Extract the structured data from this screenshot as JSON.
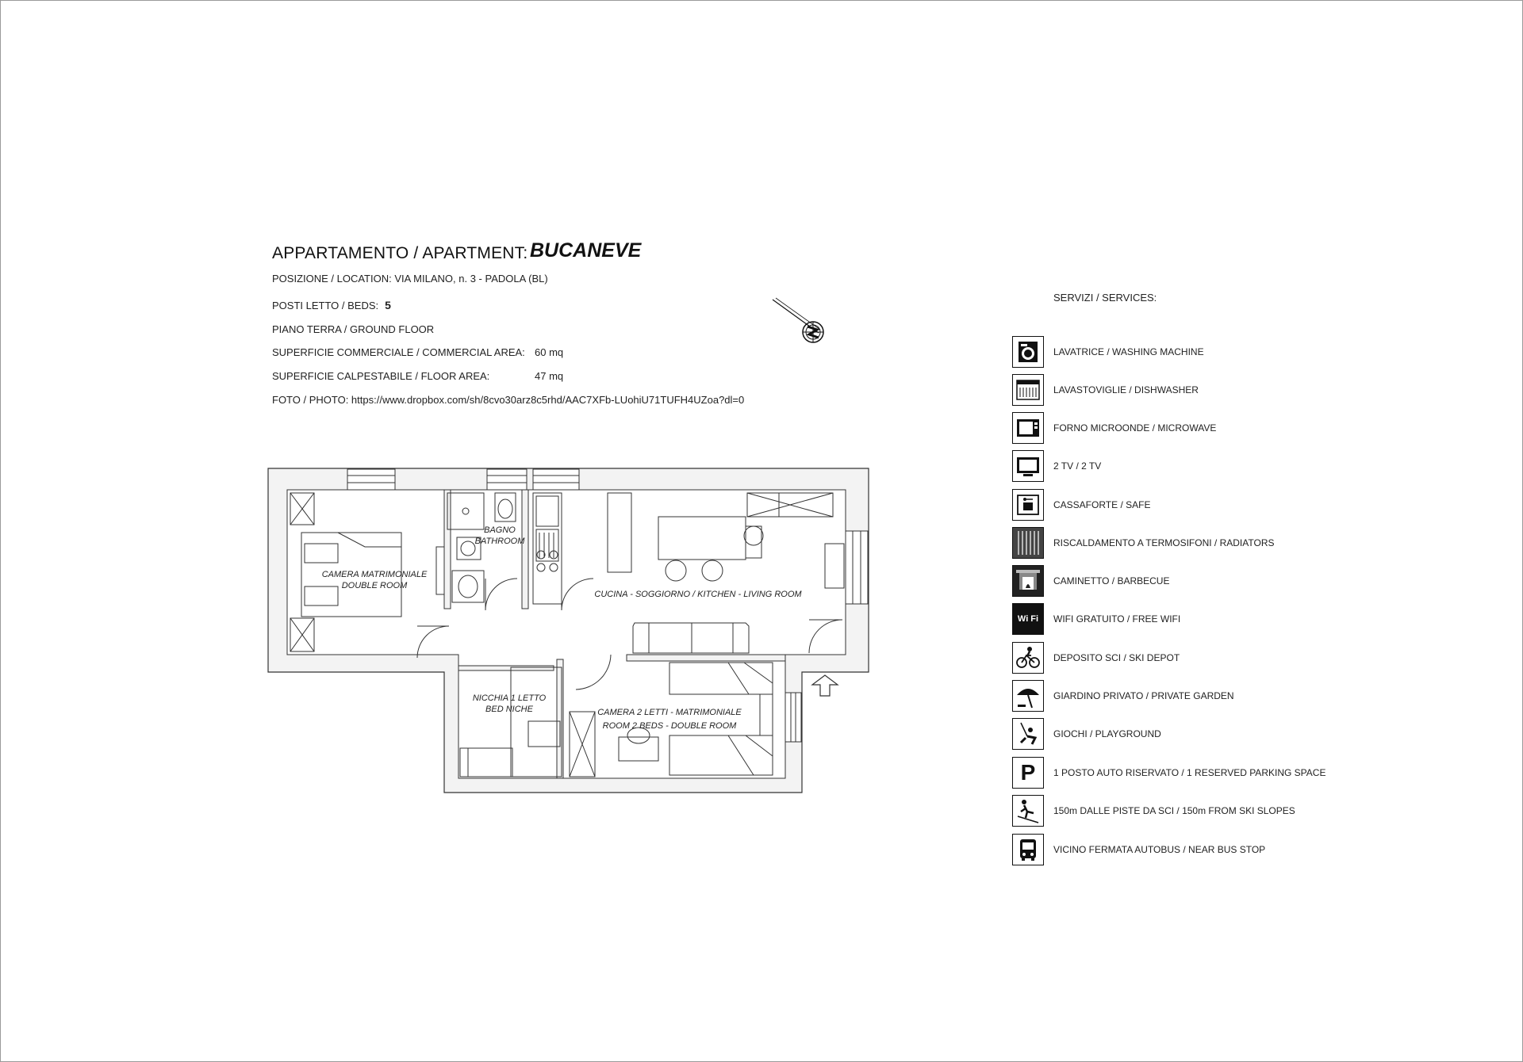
{
  "header": {
    "title": "APPARTAMENTO / APARTMENT:",
    "name": "BUCANEVE"
  },
  "info": {
    "location": "POSIZIONE / LOCATION: VIA MILANO, n. 3 - PADOLA (BL)",
    "beds_label": "POSTI LETTO / BEDS:",
    "beds_value": "5",
    "floor": "PIANO TERRA / GROUND FLOOR",
    "commercial_area_label": "SUPERFICIE COMMERCIALE / COMMERCIAL AREA:",
    "commercial_area_value": "60 mq",
    "floor_area_label": "SUPERFICIE CALPESTABILE / FLOOR AREA:",
    "floor_area_value": "47 mq",
    "photo": "FOTO / PHOTO: https://www.dropbox.com/sh/8cvo30arz8c5rhd/AAC7XFb-LUohiU71TUFH4UZoa?dl=0"
  },
  "rooms": {
    "double_room": [
      "CAMERA MATRIMONIALE",
      "DOUBLE ROOM"
    ],
    "bathroom": [
      "BAGNO",
      "BATHROOM"
    ],
    "kitchen": "CUCINA - SOGGIORNO / KITCHEN - LIVING ROOM",
    "niche": [
      "NICCHIA 1 LETTO",
      "BED NICHE"
    ],
    "room2": [
      "CAMERA 2 LETTI - MATRIMONIALE",
      "ROOM 2 BEDS - DOUBLE ROOM"
    ]
  },
  "services": {
    "title": "SERVIZI / SERVICES:",
    "items": [
      {
        "icon": "washing-machine-icon",
        "label": "LAVATRICE / WASHING MACHINE"
      },
      {
        "icon": "dishwasher-icon",
        "label": "LAVASTOVIGLIE / DISHWASHER"
      },
      {
        "icon": "microwave-icon",
        "label": "FORNO MICROONDE / MICROWAVE"
      },
      {
        "icon": "tv-icon",
        "label": "2 TV / 2 TV"
      },
      {
        "icon": "safe-icon",
        "label": "CASSAFORTE / SAFE"
      },
      {
        "icon": "radiator-icon",
        "label": "RISCALDAMENTO A TERMOSIFONI / RADIATORS"
      },
      {
        "icon": "fireplace-icon",
        "label": "CAMINETTO / BARBECUE"
      },
      {
        "icon": "wifi-icon",
        "label": "WIFI GRATUITO / FREE WIFI"
      },
      {
        "icon": "ski-depot-icon",
        "label": "DEPOSITO SCI / SKI DEPOT"
      },
      {
        "icon": "garden-umbrella-icon",
        "label": "GIARDINO PRIVATO / PRIVATE GARDEN"
      },
      {
        "icon": "playground-swing-icon",
        "label": "GIOCHI / PLAYGROUND"
      },
      {
        "icon": "parking-icon",
        "label": "1 POSTO AUTO RISERVATO / 1 RESERVED PARKING SPACE"
      },
      {
        "icon": "skier-icon",
        "label": "150m DALLE PISTE DA SCI / 150m FROM SKI SLOPES"
      },
      {
        "icon": "bus-icon",
        "label": "VICINO FERMATA AUTOBUS / NEAR BUS STOP"
      }
    ],
    "wifi_text": "Wi Fi",
    "parking_text": "P"
  }
}
